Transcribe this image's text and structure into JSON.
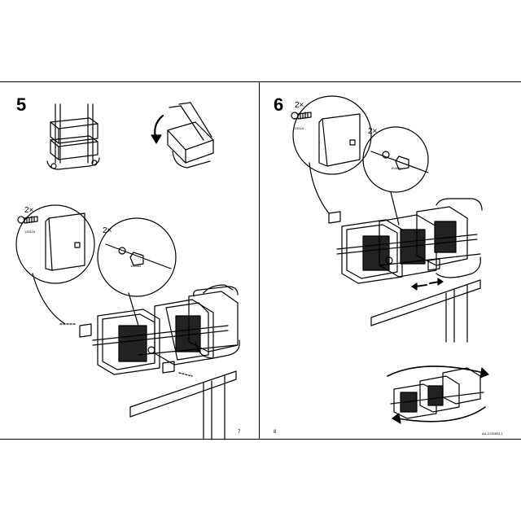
{
  "left_page": {
    "step_number": "5",
    "callout_small": {
      "quantity": "2×",
      "part_code": "125116"
    },
    "callout_large": {
      "quantity": "2×",
      "part_code": "104864"
    },
    "page_number": "7"
  },
  "right_page": {
    "step_number": "6",
    "callout_small": {
      "quantity": "2×",
      "part_code": "125116"
    },
    "callout_large": {
      "quantity": "2×",
      "part_code": "104864"
    },
    "page_number": "8",
    "article_code": "AA-2135893-1"
  }
}
